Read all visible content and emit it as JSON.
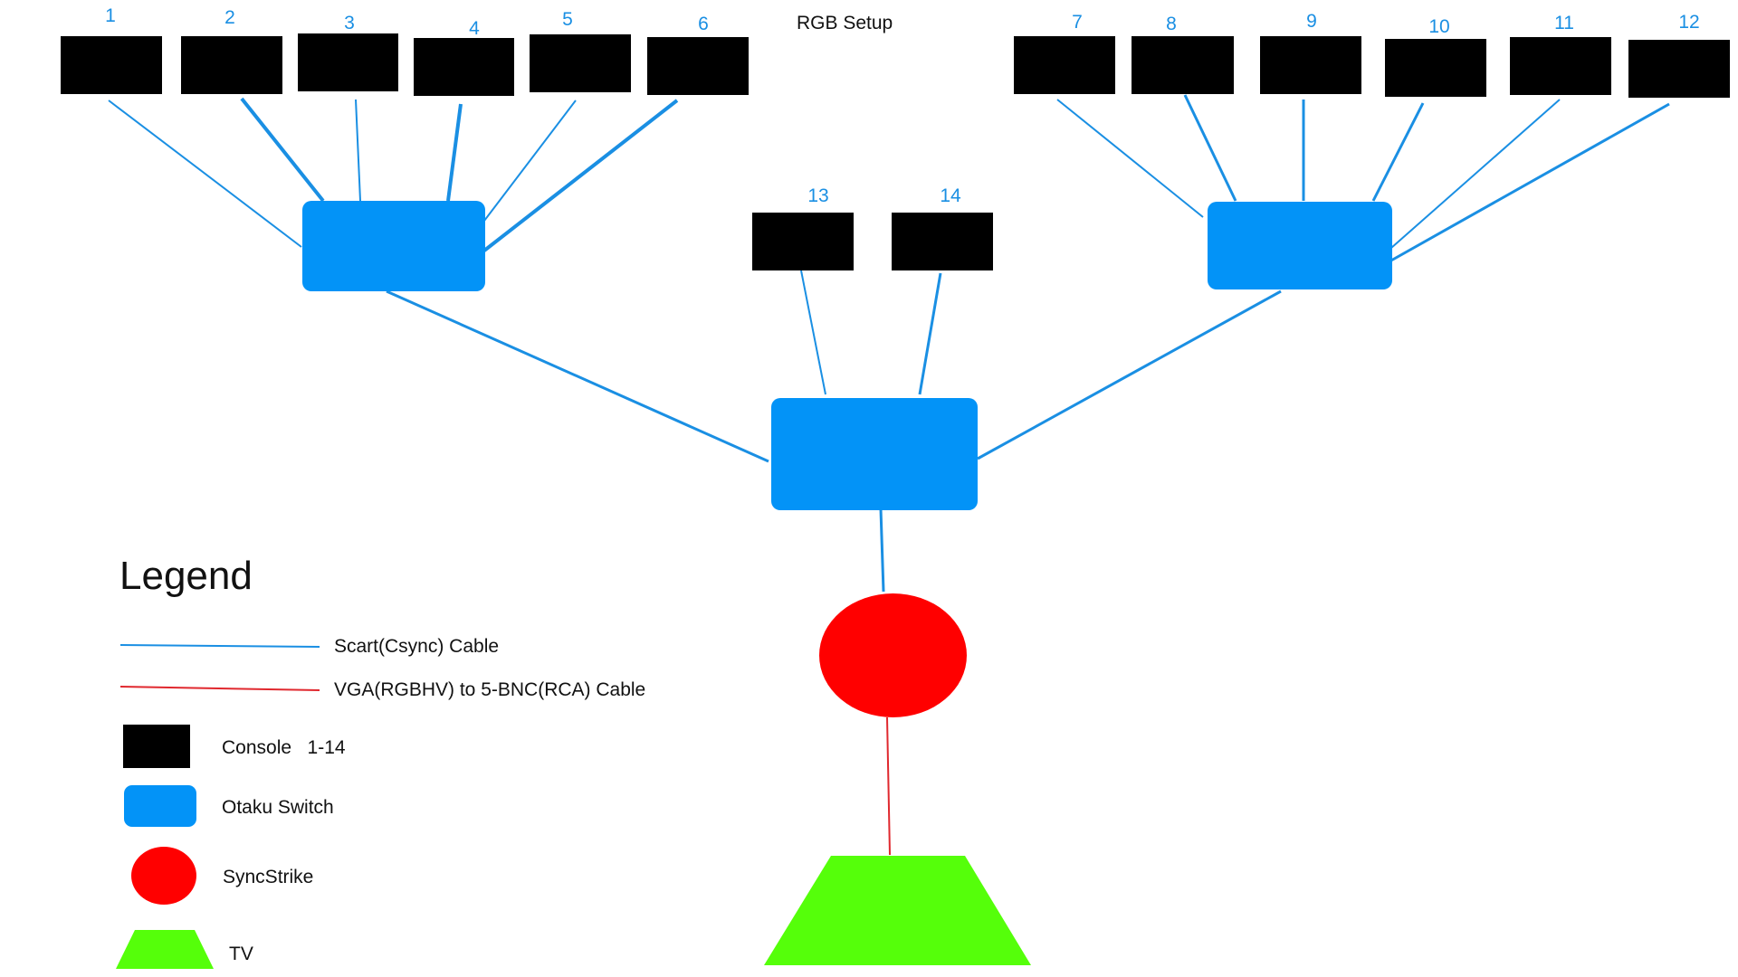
{
  "title": "RGB Setup",
  "consoles": [
    {
      "id": "console-1",
      "label": "1"
    },
    {
      "id": "console-2",
      "label": "2"
    },
    {
      "id": "console-3",
      "label": "3"
    },
    {
      "id": "console-4",
      "label": "4"
    },
    {
      "id": "console-5",
      "label": "5"
    },
    {
      "id": "console-6",
      "label": "6"
    },
    {
      "id": "console-7",
      "label": "7"
    },
    {
      "id": "console-8",
      "label": "8"
    },
    {
      "id": "console-9",
      "label": "9"
    },
    {
      "id": "console-10",
      "label": "10"
    },
    {
      "id": "console-11",
      "label": "11"
    },
    {
      "id": "console-12",
      "label": "12"
    },
    {
      "id": "console-13",
      "label": "13"
    },
    {
      "id": "console-14",
      "label": "14"
    }
  ],
  "legend": {
    "title": "Legend",
    "scart_label": "Scart(Csync) Cable",
    "vga_label": "VGA(RGBHV) to 5-BNC(RCA) Cable",
    "console_label": "Console   1-14",
    "switch_label": "Otaku Switch",
    "syncstrike_label": "SyncStrike",
    "tv_label": "TV"
  },
  "colors": {
    "scart_cable": "#1a8fe3",
    "vga_cable": "#e0282e",
    "console": "#000000",
    "otaku_switch": "#0393f7",
    "syncstrike": "#ff0000",
    "tv": "#55ff0a"
  }
}
